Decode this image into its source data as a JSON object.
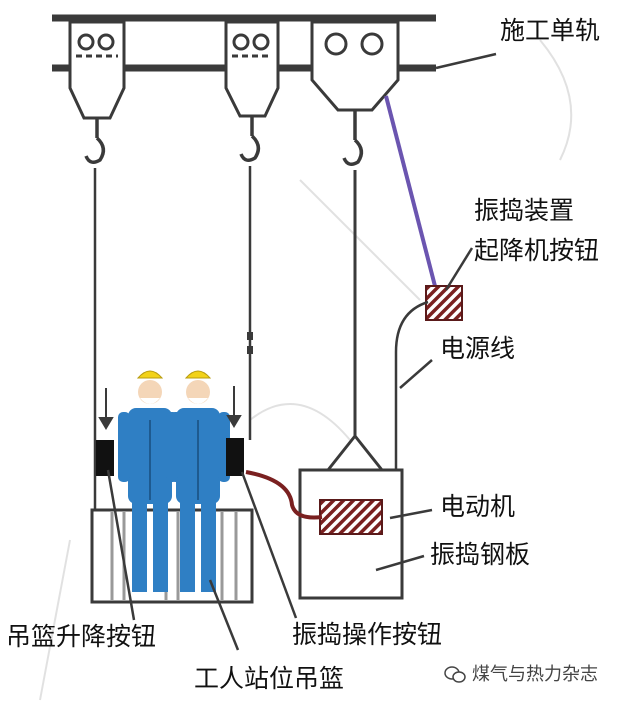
{
  "labels": {
    "rail": "施工单轨",
    "vibrator_lift_button_line1": "振捣装置",
    "vibrator_lift_button_line2": "起降机按钮",
    "power_cord": "电源线",
    "motor": "电动机",
    "vibrating_plate": "振捣钢板",
    "basket_lift_button": "吊篮升降按钮",
    "vibrate_operate_button": "振捣操作按钮",
    "worker_basket": "工人站位吊篮"
  },
  "watermark": {
    "text": "煤气与热力杂志",
    "icon": "wechat-icon"
  },
  "colors": {
    "line": "#3a3a3a",
    "worker_blue": "#2f7fc4",
    "helmet": "#f2d21a",
    "cable_red": "#7a2020",
    "hoist_cable_purple": "#6b55b0",
    "button_black": "#111111"
  }
}
